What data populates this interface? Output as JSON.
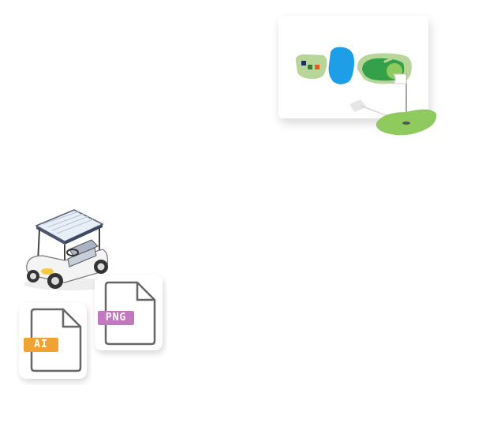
{
  "files": [
    {
      "name": "png",
      "label": "PNG",
      "color": "#c178be"
    },
    {
      "name": "ai",
      "label": "AI",
      "color": "#f0a332"
    }
  ],
  "illustrations": {
    "course_card": "golf-course-map-illustration",
    "golf_cart": "golf-cart-illustration"
  },
  "colors": {
    "fairway": "#8fca5e",
    "rough": "#b9d69a",
    "water": "#1e9ee6",
    "green_dark": "#35a04a",
    "file_outline": "#555555"
  }
}
